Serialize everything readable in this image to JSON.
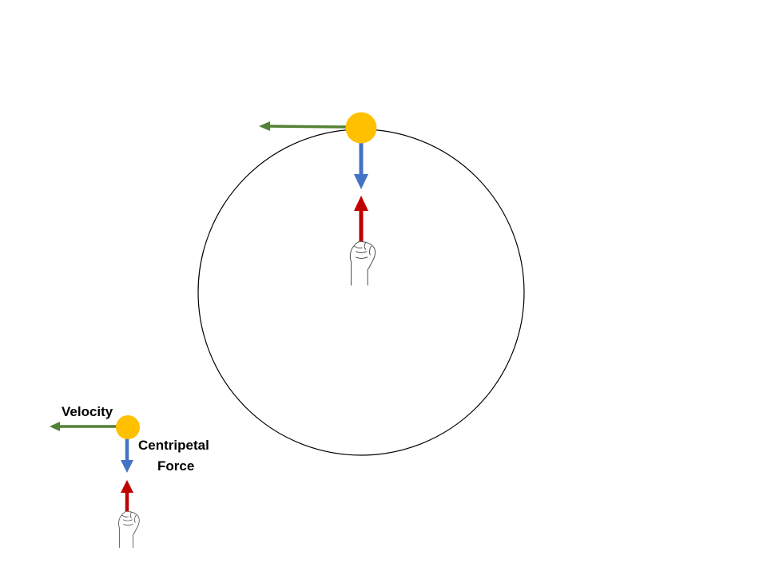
{
  "legend": {
    "velocity_label": "Velocity",
    "force_label_line1": "Centripetal",
    "force_label_line2": "Force"
  },
  "colors": {
    "velocity_arrow": "#548235",
    "centripetal_force_arrow": "#4472C4",
    "tension_arrow": "#C00000",
    "ball": "#FFC000",
    "circle_path": "#000000"
  },
  "icons": {
    "ball": "ball-icon",
    "hand": "fist-hand-icon"
  }
}
